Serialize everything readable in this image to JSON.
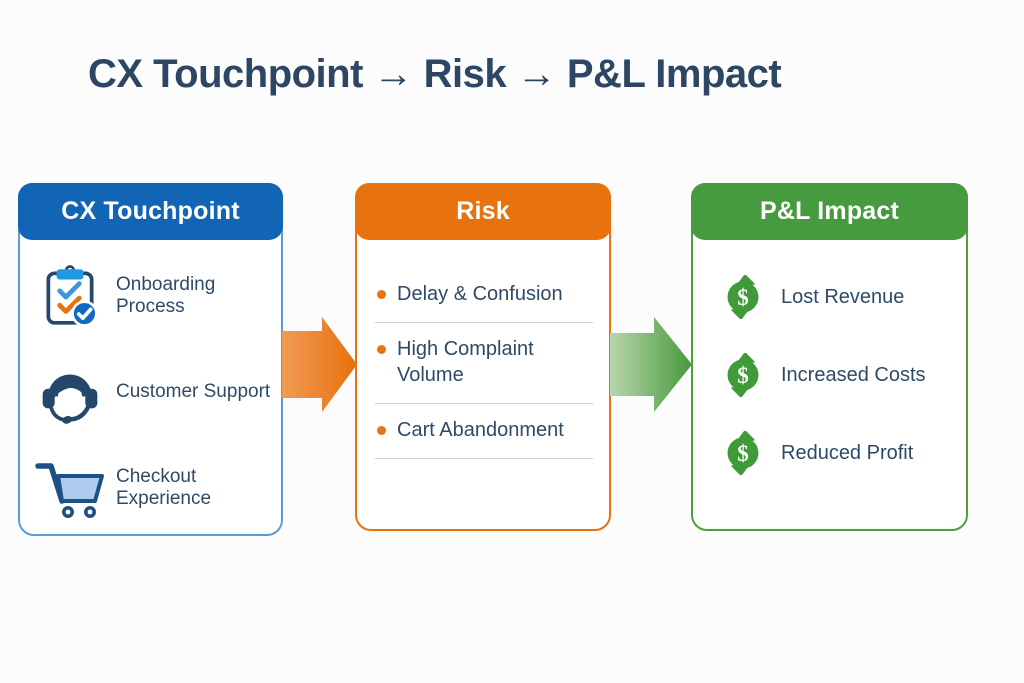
{
  "page": {
    "title": "CX Touchpoint → Risk → P&L Impact"
  },
  "colors": {
    "title_text": "#2C4663",
    "body_text": "#2F4A66",
    "blue_header": "#1165B4",
    "blue_card_border": "#5E9BD3",
    "orange": "#E8730E",
    "green_header": "#459B3E",
    "green_card_border": "#4FA03C",
    "divider": "#C8CED8",
    "background": "#FCFCFC",
    "icon_navy": "#24476B"
  },
  "cards": [
    {
      "title": "CX Touchpoint",
      "items": [
        {
          "icon": "clipboard-check-icon",
          "label": "Onboarding Process"
        },
        {
          "icon": "headset-agent-icon",
          "label": "Customer Support"
        },
        {
          "icon": "shopping-cart-icon",
          "label": "Checkout Experience"
        }
      ]
    },
    {
      "title": "Risk",
      "items": [
        {
          "label": "Delay & Confusion"
        },
        {
          "label": "High Complaint Volume"
        },
        {
          "label": "Cart Abandonment"
        }
      ]
    },
    {
      "title": "P&L Impact",
      "items": [
        {
          "icon": "dollar-coin-icon",
          "label": "Lost Revenue"
        },
        {
          "icon": "dollar-coin-icon",
          "label": "Increased Costs"
        },
        {
          "icon": "dollar-coin-icon",
          "label": "Reduced Profit"
        }
      ]
    }
  ],
  "icons": {
    "dollar_glyph": "$"
  }
}
